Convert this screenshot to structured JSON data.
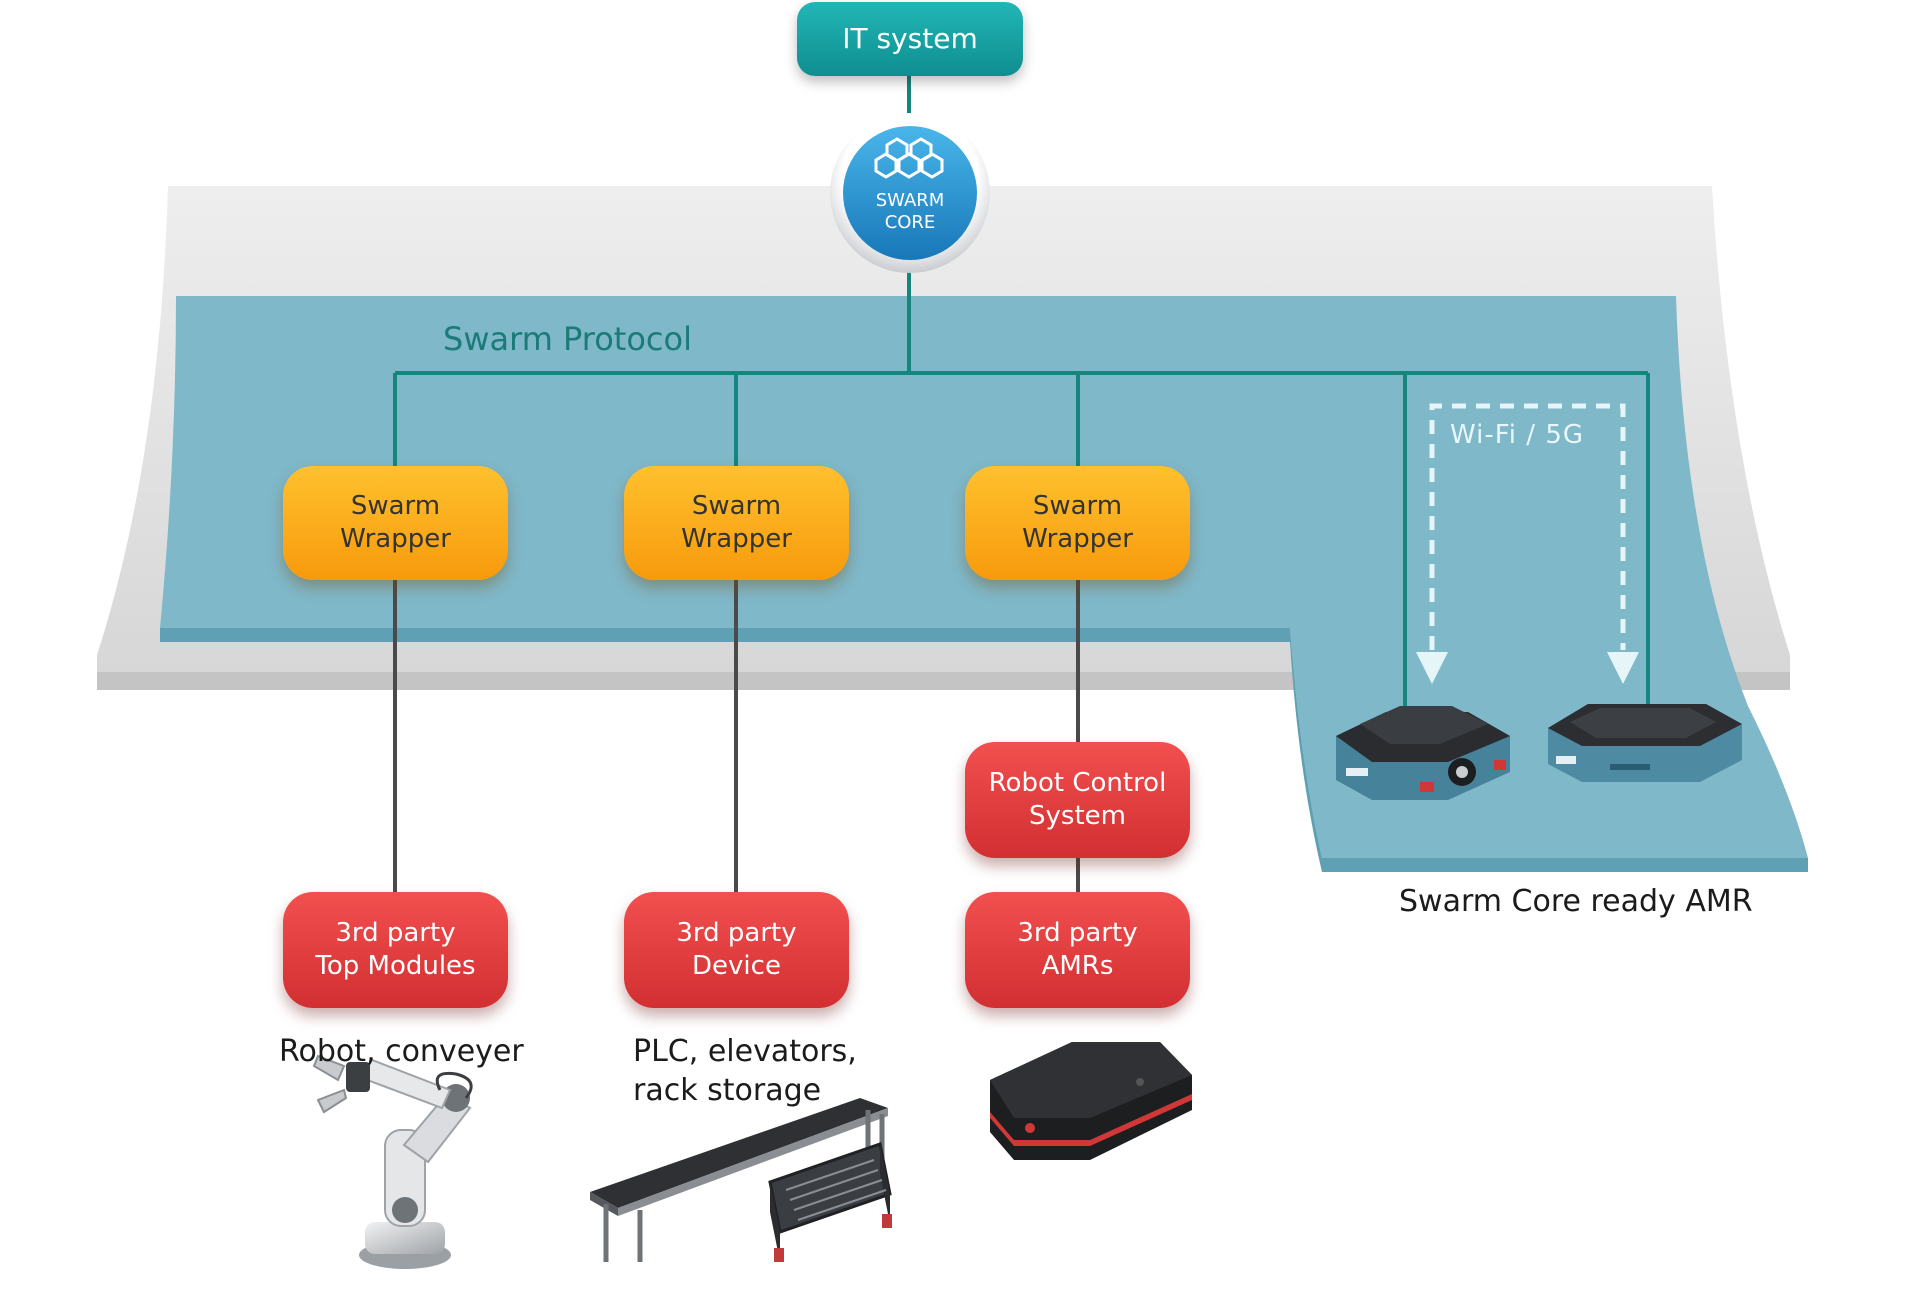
{
  "it_system": {
    "label": "IT system"
  },
  "swarm_core": {
    "line1": "SWARM",
    "line2": "CORE"
  },
  "swarm_protocol": {
    "label": "Swarm Protocol"
  },
  "wireless": {
    "label": "Wi-Fi / 5G"
  },
  "wrappers": [
    {
      "line1": "Swarm",
      "line2": "Wrapper"
    },
    {
      "line1": "Swarm",
      "line2": "Wrapper"
    },
    {
      "line1": "Swarm",
      "line2": "Wrapper"
    }
  ],
  "robot_control": {
    "line1": "Robot Control",
    "line2": "System"
  },
  "third_party": [
    {
      "line1": "3rd party",
      "line2": "Top Modules",
      "caption_line1": "Robot, conveyer",
      "caption_line2": "",
      "image": "robot-arm"
    },
    {
      "line1": "3rd party",
      "line2": "Device",
      "caption_line1": "PLC, elevators,",
      "caption_line2": "rack storage",
      "image": "conveyor-belt"
    },
    {
      "line1": "3rd party",
      "line2": "AMRs",
      "caption_line1": "",
      "caption_line2": "",
      "image": "black-amr"
    }
  ],
  "ready_amr": {
    "caption": "Swarm Core ready AMR",
    "image": "blue-amr"
  },
  "colors": {
    "teal": "#13a3a5",
    "platform": "#7fb8c9",
    "platform_edge": "#3f8fa3",
    "wrapper": "#fbae1c",
    "red": "#e33e40",
    "line_teal": "#16857e",
    "line_dark": "#4a4a4a"
  }
}
